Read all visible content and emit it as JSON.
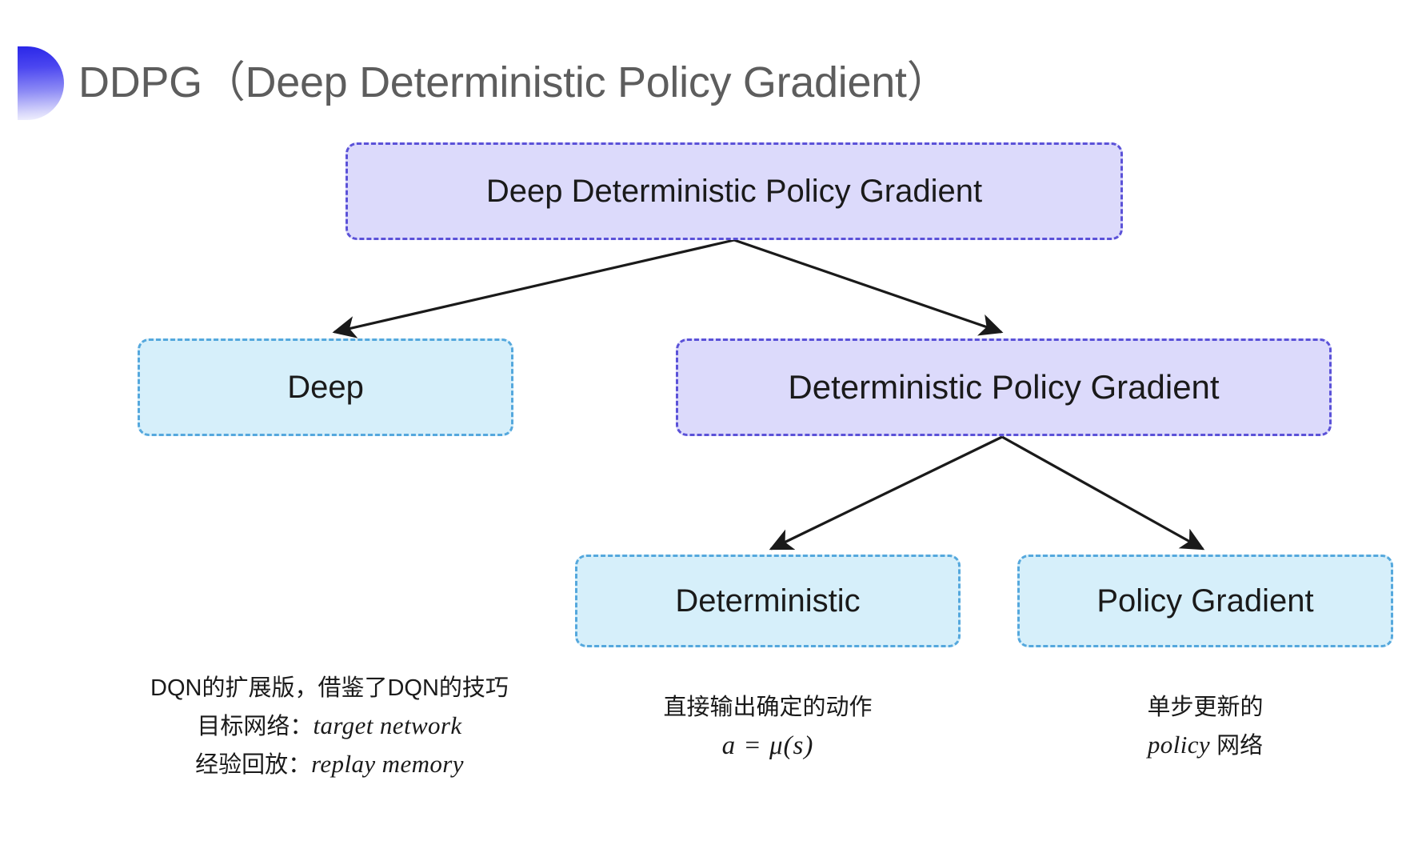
{
  "slide": {
    "title": "DDPG（Deep Deterministic Policy Gradient）",
    "bullet_icon": "half-circle-gradient-bullet",
    "background_color": "#ffffff"
  },
  "colors": {
    "purple_fill": "#dcdafb",
    "purple_border": "#5b52d8",
    "blue_fill": "#d6effa",
    "blue_border": "#55a8dd",
    "title_text": "#5d5d5d",
    "body_text": "#1a1a1a",
    "arrow": "#1a1a1a"
  },
  "nodes": {
    "root": {
      "label": "Deep Deterministic Policy Gradient",
      "style": "purple"
    },
    "deep": {
      "label": "Deep",
      "style": "blue"
    },
    "dpg": {
      "label": "Deterministic Policy Gradient",
      "style": "purple"
    },
    "deterministic": {
      "label": "Deterministic",
      "style": "blue"
    },
    "policy_gradient": {
      "label": "Policy Gradient",
      "style": "blue"
    }
  },
  "captions": {
    "deep": {
      "line1": "DQN的扩展版，借鉴了DQN的技巧",
      "line2_label": "目标网络：",
      "line2_value": "target network",
      "line3_label": "经验回放：",
      "line3_value": "replay memory"
    },
    "deterministic": {
      "line1": "直接输出确定的动作",
      "line2": "a = μ(s)"
    },
    "policy_gradient": {
      "line1": "单步更新的",
      "line2_value": "policy",
      "line2_suffix": " 网络"
    }
  }
}
